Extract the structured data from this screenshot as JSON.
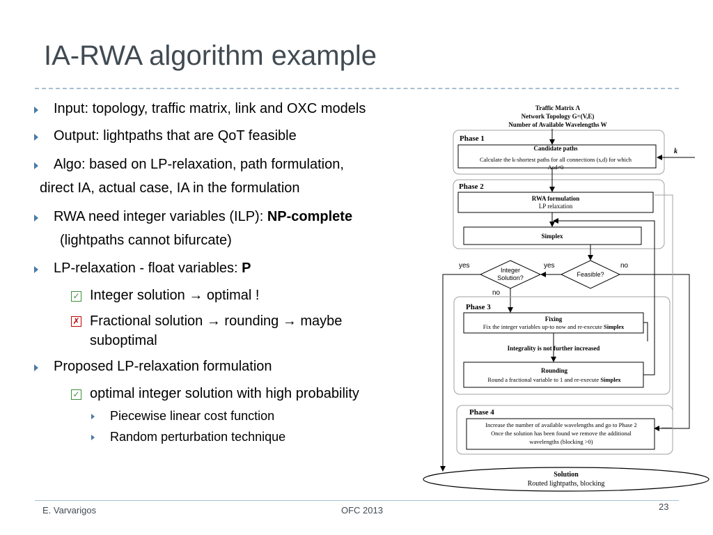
{
  "slide": {
    "title": "IA-RWA algorithm example"
  },
  "bullets": {
    "b1": "Input: topology, traffic matrix, link and OXC models",
    "b2": "Output: lightpaths that are QoT feasible",
    "b3_line1": "Algo: based on LP-relaxation, path formulation,",
    "b3_line2": "direct IA,  actual case,  IA in the formulation",
    "b4_text": "RWA need integer variables (ILP): ",
    "b4_bold": "NP-complete",
    "b4_line2": "(lightpaths cannot bifurcate)",
    "b5_text": "LP-relaxation - float variables: ",
    "b5_bold": "P",
    "s1": "Integer solution → optimal !",
    "s2_line1": "Fractional solution → rounding → maybe",
    "s2_line2": "suboptimal",
    "b6": "Proposed LP-relaxation formulation",
    "s3": "optimal integer solution with high probability",
    "t1": "Piecewise linear cost function",
    "t2": "Random perturbation technique"
  },
  "flowchart": {
    "input_line1": "Traffic Matrix Λ",
    "input_line2": "Network Topology G=(V,E)",
    "input_line3": "Number of Available Wavelengths W",
    "k_label": "k",
    "phase1": "Phase 1",
    "candidate_title": "Candidate paths",
    "candidate_line1": "Calculate the k-shortest paths for all connections (s,d) for which",
    "candidate_line2": "Λsd≠0",
    "phase2": "Phase 2",
    "rwa_title": "RWA formulation",
    "rwa_sub": "LP relaxation",
    "simplex": "Simplex",
    "yes_left": "yes",
    "yes_mid": "yes",
    "no_right": "no",
    "no_below": "no",
    "integer_q_line1": "Integer",
    "integer_q_line2": "Solution?",
    "feasible_q": "Feasible?",
    "phase3": "Phase 3",
    "fixing_title": "Fixing",
    "fixing_text": "Fix the integer variables up-to now and re-execute ",
    "fixing_bold": "Simplex",
    "integrality": "Integrality is not further increased",
    "rounding_title": "Rounding",
    "rounding_text": "Round a fractional variable to 1 and re-execute ",
    "rounding_bold": "Simplex",
    "phase4": "Phase 4",
    "phase4_line1": "Increase the number of available wavelengths and go to Phase 2",
    "phase4_line2": "Once the solution has been found we remove the additional",
    "phase4_line3": "wavelengths (blocking >0)",
    "solution_title": "Solution",
    "solution_sub": "Routed lightpaths, blocking"
  },
  "footer": {
    "author": "E. Varvarigos",
    "conference": "OFC 2013",
    "page": "23"
  },
  "colors": {
    "title": "#404a52",
    "bullet_arrow": "#4a7aa6",
    "check": "#3b8f3b",
    "cross": "#c00000",
    "rule": "#a7bfd3"
  }
}
